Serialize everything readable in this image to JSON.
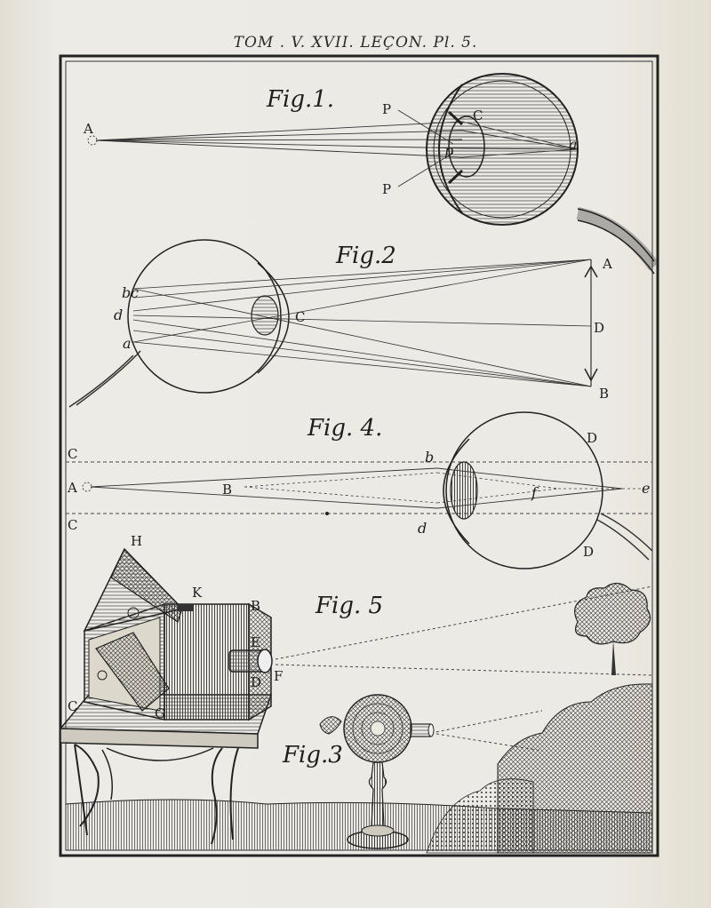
{
  "header": "TOM . V. XVII. LEÇON. Pl. 5.",
  "figures": {
    "fig1": {
      "title": "Fig.1.",
      "labels": {
        "A": "A",
        "P_top": "P",
        "P_bottom": "P",
        "C": "C",
        "p": "p",
        "a": "a"
      }
    },
    "fig2": {
      "title": "Fig.2",
      "labels": {
        "b": "b",
        "c_small": "c",
        "d_small": "d",
        "a_small": "a",
        "C": "C",
        "A": "A",
        "D": "D",
        "B": "B"
      }
    },
    "fig4": {
      "title": "Fig. 4.",
      "labels": {
        "C_top": "C",
        "A": "A",
        "C_bottom": "C",
        "B": "B",
        "b": "b",
        "d": "d",
        "f": "f",
        "e": "e",
        "D_top": "D",
        "D_bottom": "D"
      }
    },
    "fig5": {
      "title": "Fig. 5",
      "labels": {
        "H": "H",
        "K": "K",
        "B": "B",
        "E": "E",
        "D": "D",
        "F": "F",
        "C": "C",
        "G": "G"
      }
    },
    "fig3": {
      "title": "Fig.3"
    }
  }
}
